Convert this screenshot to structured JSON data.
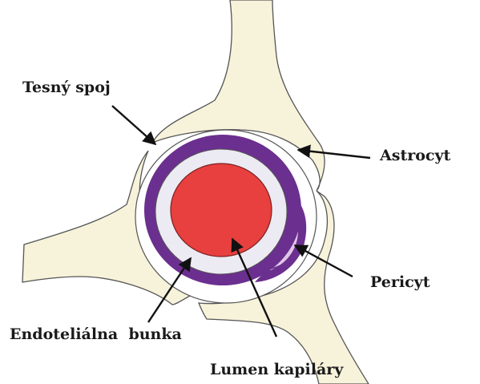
{
  "labels": {
    "tight_junction": "Tesný spoj",
    "astrocyte": "Astrocyt",
    "pericyte": "Pericyt",
    "endothelial_cell": "Endoteliálna  bunka",
    "capillary_lumen": "Lumen kapiláry"
  },
  "colors": {
    "astrocyte_fill": "#f7f2da",
    "astrocyte_stroke": "#555555",
    "basement_membrane": "#ffffff",
    "endothelium": "#6b2f8f",
    "endothelium_inner": "#eceaf2",
    "lumen": "#e8403f",
    "pericyte": "#e2c6e6",
    "arrow": "#111111"
  }
}
